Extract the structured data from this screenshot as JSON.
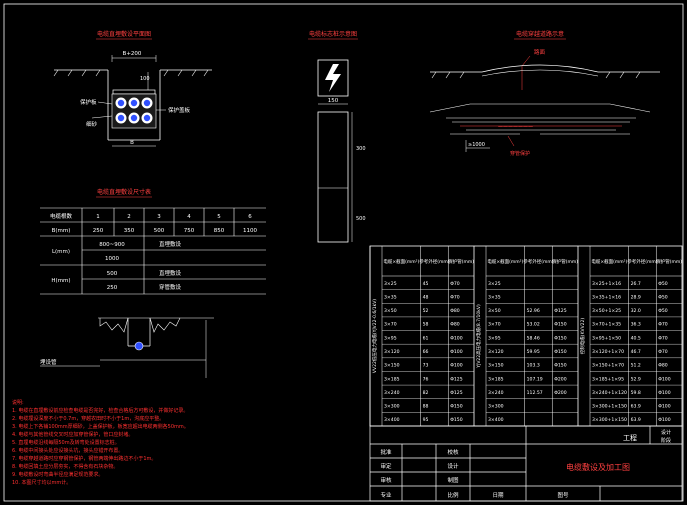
{
  "titles": {
    "plan_section": "电缆直埋敷设平面图",
    "marker_pile": "电缆标志桩示意图",
    "crossing_road": "电缆穿越道路示意",
    "layout_table": "电缆直埋敷设尺寸表"
  },
  "section_labels": {
    "width": "B+200",
    "depth_top": "100",
    "cover": "保护板",
    "sand": "细砂",
    "cover_right": "保护盖板",
    "bottom": "B"
  },
  "pile_labels": {
    "width": "150",
    "height_top": "300",
    "height_bottom": "500"
  },
  "road_labels": {
    "road": "路面",
    "pipe": "穿管保护",
    "len": "≥1000"
  },
  "layout_table": {
    "header": [
      "电缆根数",
      "1",
      "2",
      "3",
      "4",
      "5",
      "6"
    ],
    "row_b": {
      "label": "B(mm)",
      "values": [
        "250",
        "350",
        "500",
        "750",
        "850",
        "1100"
      ]
    },
    "row_l": {
      "label": "L(mm)",
      "sub": [
        {
          "val": "800~900",
          "note": "直埋敷设"
        },
        {
          "val": "1000",
          "note": ""
        }
      ]
    },
    "row_h": {
      "label": "H(mm)",
      "sub": [
        {
          "val": "500",
          "note": "直埋敷设"
        },
        {
          "val": "250",
          "note": "穿管敷设"
        }
      ]
    }
  },
  "trench_label": "埋设管",
  "notes": {
    "title": "说明:",
    "lines": [
      "1. 电缆在直埋敷设前应检查电缆是否完好，检查合格后方可敷设，并做好记录。",
      "2. 电缆埋设深度不小于0.7m，穿越农田时不小于1m，沟底应平整。",
      "3. 电缆上下各铺100mm厚细砂，上盖保护板，板宽应超出电缆两侧各50mm。",
      "4. 电缆与其他管线交叉时应加穿管保护，管口应封堵。",
      "5. 直埋电缆沿线每隔50m及转弯处设置标志桩。",
      "6. 电缆中间接头处应设接头坑，接头应错开布置。",
      "7. 电缆穿越道路时应穿钢管保护，钢管两端伸出路边不小于1m。",
      "8. 电缆回填土应分层夯实，不得含有石块杂物。",
      "9. 电缆敷设时弯曲半径应满足规范要求。",
      "10. 本图尺寸均以mm计。"
    ]
  },
  "cable_table": {
    "headers": [
      "电缆×截面(mm²)",
      "参考外径(mm)",
      "保护管(mm)"
    ],
    "group_labels": [
      "VV22低压电力电缆(YJV22-0.6/1kV)",
      "YJV22高压电力电缆(8.7/10kV)",
      "控制电缆(KVV22)"
    ],
    "groups": [
      [
        [
          "3×25",
          "45",
          "Φ70"
        ],
        [
          "3×35",
          "48",
          "Φ70"
        ],
        [
          "3×50",
          "52",
          "Φ80"
        ],
        [
          "3×70",
          "58",
          "Φ80"
        ],
        [
          "3×95",
          "61",
          "Φ100"
        ],
        [
          "3×120",
          "66",
          "Φ100"
        ],
        [
          "3×150",
          "73",
          "Φ100"
        ],
        [
          "3×185",
          "76",
          "Φ125"
        ],
        [
          "3×240",
          "82",
          "Φ125"
        ],
        [
          "3×300",
          "88",
          "Φ150"
        ],
        [
          "3×400",
          "95",
          "Φ150"
        ]
      ],
      [
        [
          "3×25",
          "",
          ""
        ],
        [
          "3×35",
          "",
          ""
        ],
        [
          "3×50",
          "52.96",
          "Φ125"
        ],
        [
          "3×70",
          "53.02",
          "Φ150"
        ],
        [
          "3×95",
          "58.46",
          "Φ150"
        ],
        [
          "3×120",
          "59.95",
          "Φ150"
        ],
        [
          "3×150",
          "103.3",
          "Φ150"
        ],
        [
          "3×185",
          "107.19",
          "Φ200"
        ],
        [
          "3×240",
          "112.57",
          "Φ200"
        ],
        [
          "3×300",
          "",
          ""
        ],
        [
          "3×400",
          "",
          ""
        ]
      ],
      [
        [
          "3×25+1×16",
          "26.7",
          "Φ50"
        ],
        [
          "3×35+1×16",
          "28.9",
          "Φ50"
        ],
        [
          "3×50+1×25",
          "32.0",
          "Φ50"
        ],
        [
          "3×70+1×35",
          "36.3",
          "Φ70"
        ],
        [
          "3×95+1×50",
          "40.5",
          "Φ70"
        ],
        [
          "3×120+1×70",
          "46.7",
          "Φ70"
        ],
        [
          "3×150+1×70",
          "51.2",
          "Φ80"
        ],
        [
          "3×185+1×95",
          "52.9",
          "Φ100"
        ],
        [
          "3×240+1×120",
          "59.8",
          "Φ100"
        ],
        [
          "3×300+1×150",
          "63.9",
          "Φ100"
        ],
        [
          "3×300+1×150",
          "63.9",
          "Φ100"
        ]
      ]
    ]
  },
  "title_block": {
    "project": "工程",
    "design_stage": "设计",
    "stage": "阶段",
    "drawing_title": "电缆敷设及加工图",
    "rows": [
      [
        "批准",
        "校核"
      ],
      [
        "审定",
        "设计"
      ],
      [
        "审核",
        "制图"
      ]
    ],
    "bottom": [
      "专业",
      "比例",
      "日期",
      "图号"
    ]
  },
  "colors": {
    "line": "#ffffff",
    "title": "#ff4040",
    "cable": "#4060ff",
    "text": "#ffffff",
    "note": "#ff3030"
  }
}
